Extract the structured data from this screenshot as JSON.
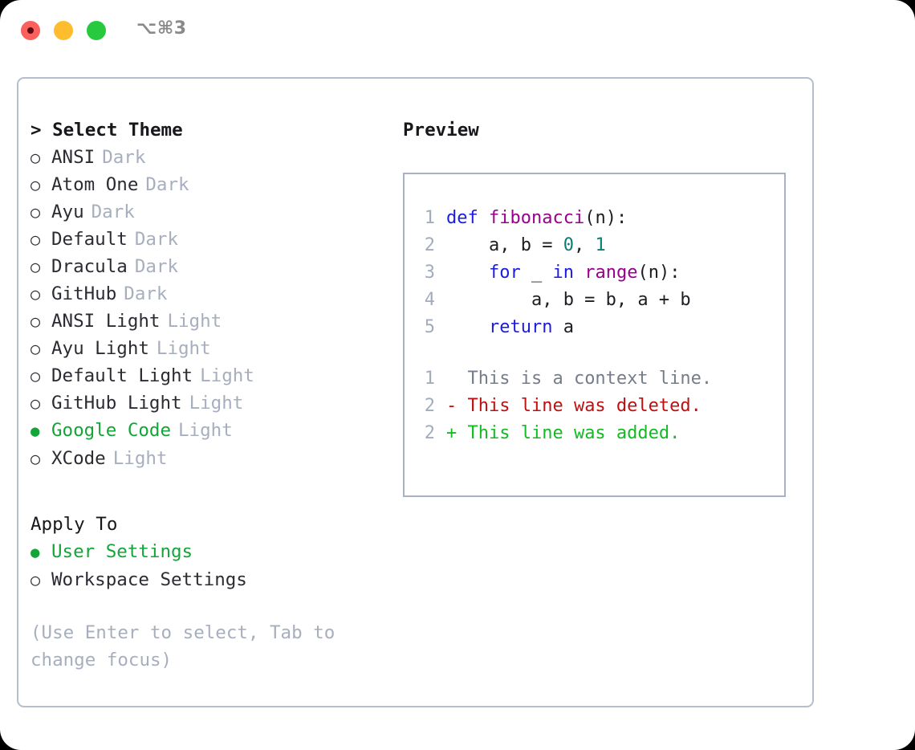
{
  "titlebar": {
    "shortcut": "⌥⌘3",
    "buttons": [
      {
        "name": "close",
        "color": "#fb605c"
      },
      {
        "name": "minimize",
        "color": "#fdbd2e"
      },
      {
        "name": "maximize",
        "color": "#27c93f"
      }
    ]
  },
  "theme_panel": {
    "header": "> Select Theme",
    "items": [
      {
        "label": "ANSI",
        "tag": "Dark",
        "selected": false,
        "bullet": "○"
      },
      {
        "label": "Atom One",
        "tag": "Dark",
        "selected": false,
        "bullet": "○"
      },
      {
        "label": "Ayu",
        "tag": "Dark",
        "selected": false,
        "bullet": "○"
      },
      {
        "label": "Default",
        "tag": "Dark",
        "selected": false,
        "bullet": "○"
      },
      {
        "label": "Dracula",
        "tag": "Dark",
        "selected": false,
        "bullet": "○"
      },
      {
        "label": "GitHub",
        "tag": "Dark",
        "selected": false,
        "bullet": "○"
      },
      {
        "label": "ANSI Light",
        "tag": "Light",
        "selected": false,
        "bullet": "○"
      },
      {
        "label": "Ayu Light",
        "tag": "Light",
        "selected": false,
        "bullet": "○"
      },
      {
        "label": "Default Light",
        "tag": "Light",
        "selected": false,
        "bullet": "○"
      },
      {
        "label": "GitHub Light",
        "tag": "Light",
        "selected": false,
        "bullet": "○"
      },
      {
        "label": "Google Code",
        "tag": "Light",
        "selected": true,
        "bullet": "●"
      },
      {
        "label": "XCode",
        "tag": "Light",
        "selected": false,
        "bullet": "○"
      }
    ]
  },
  "apply_to": {
    "header": "Apply To",
    "items": [
      {
        "label": "User Settings",
        "selected": true,
        "bullet": "●"
      },
      {
        "label": "Workspace Settings",
        "selected": false,
        "bullet": "○"
      }
    ]
  },
  "hint": "(Use Enter to select, Tab to change focus)",
  "preview": {
    "header": "Preview",
    "code_lines": [
      {
        "no": "1",
        "tokens": [
          {
            "t": "def ",
            "c": "kw"
          },
          {
            "t": "fibonacci",
            "c": "fn"
          },
          {
            "t": "(n):",
            "c": "plain"
          }
        ]
      },
      {
        "no": "2",
        "tokens": [
          {
            "t": "    a, b = ",
            "c": "plain"
          },
          {
            "t": "0",
            "c": "num"
          },
          {
            "t": ", ",
            "c": "plain"
          },
          {
            "t": "1",
            "c": "num"
          }
        ]
      },
      {
        "no": "3",
        "tokens": [
          {
            "t": "    ",
            "c": "plain"
          },
          {
            "t": "for",
            "c": "kw"
          },
          {
            "t": " _ ",
            "c": "plain"
          },
          {
            "t": "in",
            "c": "kw"
          },
          {
            "t": " ",
            "c": "plain"
          },
          {
            "t": "range",
            "c": "fn"
          },
          {
            "t": "(n):",
            "c": "plain"
          }
        ]
      },
      {
        "no": "4",
        "tokens": [
          {
            "t": "        a, b = b, a + b",
            "c": "plain"
          }
        ]
      },
      {
        "no": "5",
        "tokens": [
          {
            "t": "    ",
            "c": "plain"
          },
          {
            "t": "return",
            "c": "kw"
          },
          {
            "t": " a",
            "c": "plain"
          }
        ]
      }
    ],
    "diff_lines": [
      {
        "no": "1",
        "marker": " ",
        "text": " This is a context line.",
        "kind": "ctx"
      },
      {
        "no": "2",
        "marker": "-",
        "text": " This line was deleted.",
        "kind": "del"
      },
      {
        "no": "2",
        "marker": "+",
        "text": " This line was added.",
        "kind": "add"
      }
    ]
  },
  "colors": {
    "accent_green": "#13a538",
    "muted_gray": "#a7aebd",
    "panel_border": "#b6bdcc",
    "preview_border": "#a8b2c4",
    "keyword": "#1c1ce0",
    "function": "#99008f",
    "number": "#0b7d79",
    "diff_context": "#757d8a",
    "diff_deleted": "#bd1111",
    "diff_added": "#11bb22"
  }
}
